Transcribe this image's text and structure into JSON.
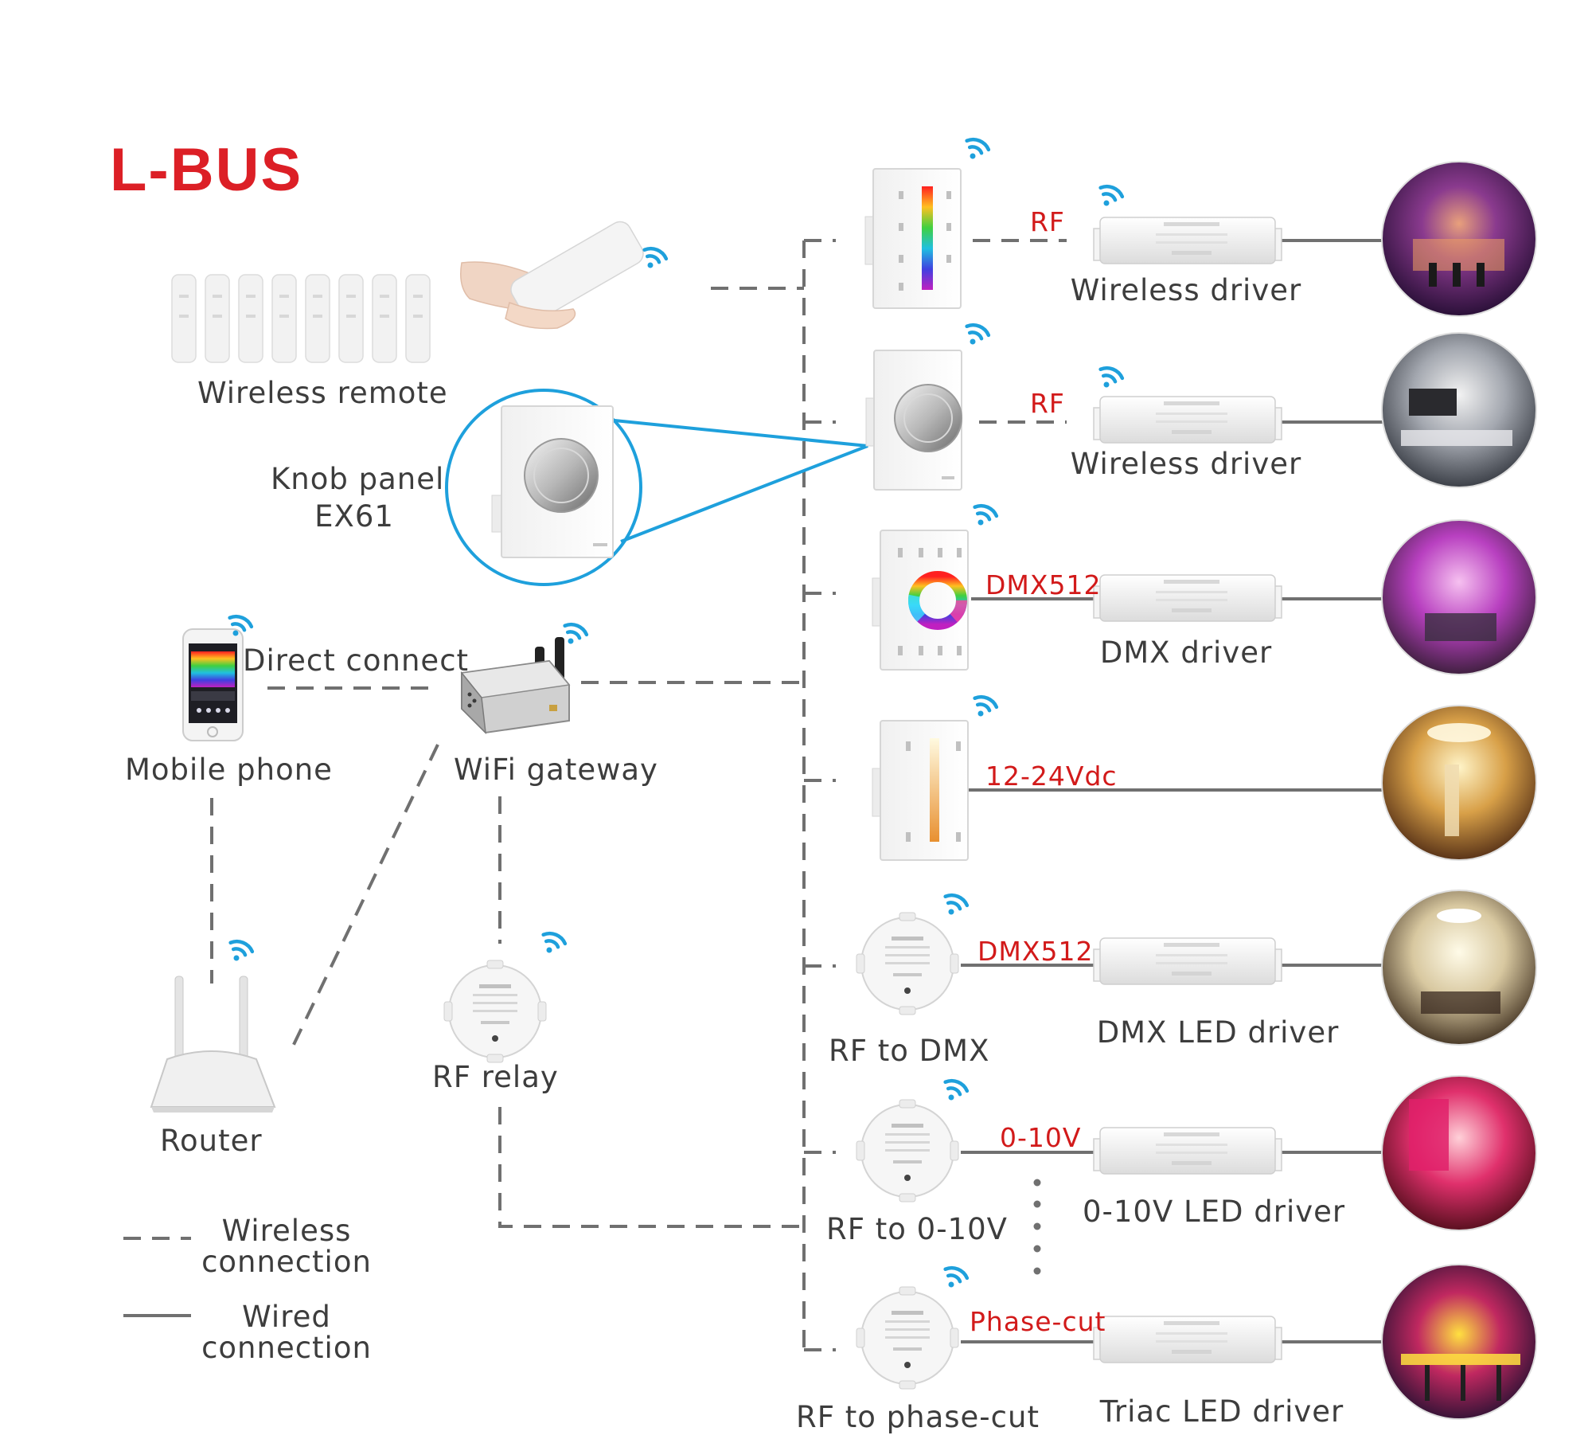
{
  "brand": {
    "name": "L-BUS",
    "color": "#dc1f26"
  },
  "colors": {
    "line": "#707070",
    "label": "#3d3d3d",
    "signal": "#d21a1a",
    "wifi": "#1ea0dc",
    "callout": "#1ea0dc"
  },
  "devices": {
    "remote": "Wireless remote",
    "knob_line1": "Knob panel",
    "knob_line2": "EX61",
    "mobile": "Mobile phone",
    "gateway": "WiFi gateway",
    "direct": "Direct connect",
    "router": "Router",
    "relay": "RF relay"
  },
  "channels": [
    {
      "signal": "RF",
      "driver": "Wireless driver",
      "converter": "",
      "scene": "home-theater"
    },
    {
      "signal": "RF",
      "driver": "Wireless driver",
      "converter": "",
      "scene": "living-room"
    },
    {
      "signal": "DMX512",
      "driver": "DMX driver",
      "converter": "",
      "scene": "bedroom"
    },
    {
      "signal": "12-24Vdc",
      "driver": "",
      "converter": "",
      "scene": "hotel-lobby"
    },
    {
      "signal": "DMX512",
      "driver": "DMX LED driver",
      "converter": "RF to DMX",
      "scene": "lounge"
    },
    {
      "signal": "0-10V",
      "driver": "0-10V LED driver",
      "converter": "RF to 0-10V",
      "scene": "red-interior"
    },
    {
      "signal": "Phase-cut",
      "driver": "Triac LED driver",
      "converter": "RF to phase-cut",
      "scene": "bar"
    }
  ],
  "legend": {
    "wireless_line1": "Wireless",
    "wireless_line2": "connection",
    "wired_line1": "Wired",
    "wired_line2": "connection"
  },
  "icons": [
    "wifi-icon",
    "remote-control-icon",
    "knob-panel-icon",
    "touch-panel-icon",
    "color-wheel-panel-icon",
    "smartphone-icon",
    "wifi-gateway-icon",
    "router-icon",
    "rf-relay-icon",
    "led-driver-icon",
    "converter-puck-icon"
  ]
}
